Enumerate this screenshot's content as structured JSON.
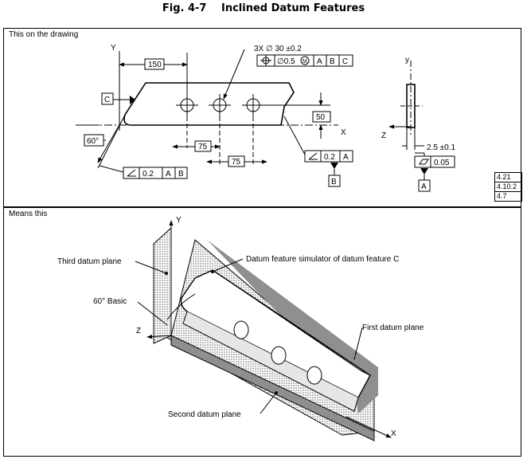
{
  "figure": {
    "number": "Fig. 4-7",
    "title": "Inclined Datum Features"
  },
  "panel_top": {
    "label": "This on the drawing",
    "axis_y": "Y",
    "axis_x": "X",
    "axis_z": "Z",
    "axis_y_side": "y",
    "dim_150": "150",
    "dim_75_a": "75",
    "dim_75_b": "75",
    "dim_50": "50",
    "angle": "60°",
    "hole_callout": "3X ∅ 30 ±0.2",
    "fcf_position": {
      "tolerance": "∅0.5",
      "modifier": "M",
      "datums": [
        "A",
        "B",
        "C"
      ]
    },
    "fcf_angularity_left": {
      "tolerance": "0.2",
      "datums": [
        "A",
        "B"
      ]
    },
    "fcf_angularity_right": {
      "tolerance": "0.2",
      "datums": [
        "A"
      ]
    },
    "datum_c": "C",
    "datum_b": "B",
    "datum_a": "A",
    "thickness": "2.5 ±0.1",
    "flatness": "0.05",
    "references": [
      "4.21",
      "4.10.2",
      "4.7"
    ]
  },
  "panel_bottom": {
    "label": "Means this",
    "axis_y": "Y",
    "axis_z": "Z",
    "axis_x": "X",
    "third_plane": "Third datum plane",
    "simulator": "Datum feature simulator of datum feature C",
    "basic_angle": "60° Basic",
    "first_plane": "First datum plane",
    "second_plane": "Second datum plane"
  }
}
